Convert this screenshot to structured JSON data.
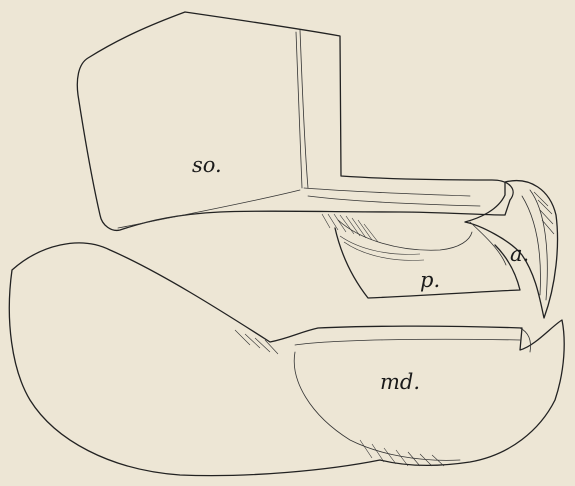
{
  "labels": {
    "so": "so.",
    "a": "a.",
    "p": "p.",
    "md": "md."
  },
  "colors": {
    "paper": "#ede6d5",
    "ink": "#222222"
  }
}
